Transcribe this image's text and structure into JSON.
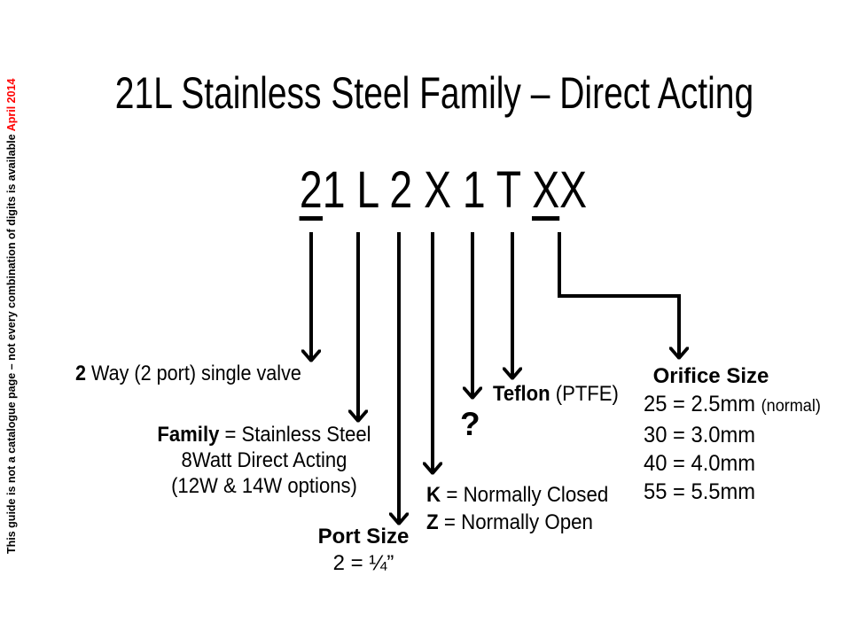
{
  "palette": {
    "background": "#ffffff",
    "text": "#000000",
    "accent_red": "#ff0000"
  },
  "sidebar_note": {
    "text": "This guide is not a catalogue page – not every combination of digits is available ",
    "date": "April 2014"
  },
  "title": "21L Stainless Steel Family – Direct Acting",
  "part_number": {
    "display": "21 L 2 X 1 T XX",
    "segments": [
      {
        "text": "2",
        "underlined": true
      },
      {
        "text": "1 L 2 X 1 T ",
        "underlined": false
      },
      {
        "text": "X",
        "underlined": true
      },
      {
        "text": "X",
        "underlined": false
      }
    ]
  },
  "annotations": {
    "way": {
      "code": "2",
      "rest": " Way (2 port) single valve"
    },
    "family": {
      "bold": "Family",
      "line1_rest": " = Stainless Steel",
      "line2": "8Watt Direct Acting",
      "line3": "(12W & 14W options)"
    },
    "port_size": {
      "heading": "Port Size",
      "value": "2 = ¼”"
    },
    "function": {
      "k": "K",
      "k_rest": " = Normally Closed",
      "z": "Z",
      "z_rest": " = Normally Open"
    },
    "unknown": "?",
    "seal": {
      "bold": "Teflon",
      "rest": " (PTFE)"
    },
    "orifice": {
      "heading": "Orifice Size",
      "item1": "25 = 2.5mm ",
      "item1_note": "(normal)",
      "item2": "30 = 3.0mm",
      "item3": "40 = 4.0mm",
      "item4": "55 = 5.5mm"
    }
  }
}
